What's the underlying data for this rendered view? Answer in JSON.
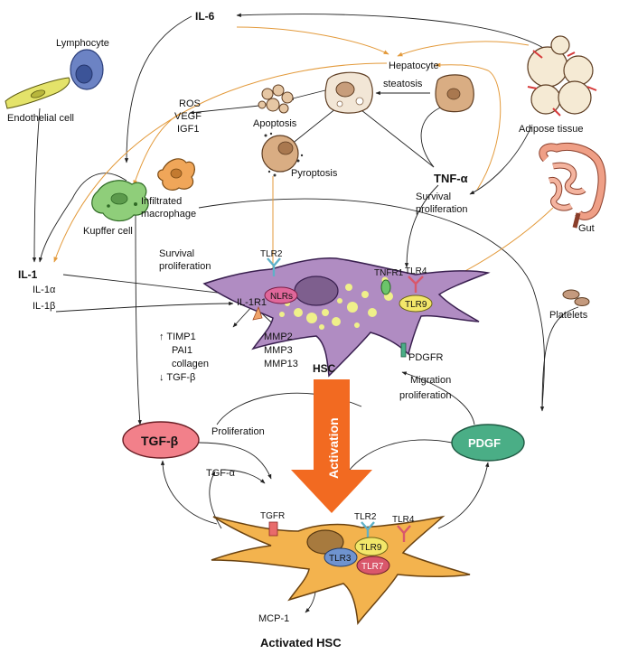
{
  "labels": {
    "il6": "IL-6",
    "lymphocyte": "Lymphocyte",
    "endothelial": "Endothelial cell",
    "hepatocyte": "Hepatocyte",
    "steatosis": "steatosis",
    "adipose": "Adipose tissue",
    "ros": "ROS",
    "vegf": "VEGF",
    "igf1": "IGF1",
    "apoptosis": "Apoptosis",
    "pyroptosis": "Pyroptosis",
    "tnf": "TNF-α",
    "survival_prolif_tnf_1": "Survival",
    "survival_prolif_tnf_2": "proliferation",
    "infiltrated_1": "Infiltrated",
    "infiltrated_2": "macrophage",
    "kupffer": "Kupffer cell",
    "gut": "Gut",
    "il1": "IL-1",
    "il1a": "IL-1α",
    "il1b": "IL-1β",
    "survival_prolif_il1_1": "Survival",
    "survival_prolif_il1_2": "proliferation",
    "tlr2_top": "TLR2",
    "nlrs": "NLRs",
    "tnfr1": "TNFR1",
    "tlr4_top": "TLR4",
    "tlr9_top": "TLR9",
    "il1r1": "IL-1R1",
    "platelets": "Platelets",
    "timp1": "↑ TIMP1",
    "pai1": "PAI1",
    "collagen": "collagen",
    "tgfb_down": "↓ TGF-β",
    "mmp2": "MMP2",
    "mmp3": "MMP3",
    "mmp13": "MMP13",
    "hsc": "HSC",
    "pdgfr": "PDGFR",
    "migration_1": "Migration",
    "migration_2": "proliferation",
    "activation": "Activation",
    "tgfb": "TGF-β",
    "proliferation": "Proliferation",
    "pdgf": "PDGF",
    "tgfa": "TGF-α",
    "tgfr": "TGFR",
    "tlr2_bot": "TLR2",
    "tlr4_bot": "TLR4",
    "tlr9_bot": "TLR9",
    "tlr3": "TLR3",
    "tlr7": "TLR7",
    "mcp1": "MCP-1",
    "activated_hsc": "Activated HSC"
  },
  "colors": {
    "hsc_body": "#b08cc2",
    "activated_hsc_body": "#f3b34e",
    "tgfb_oval": "#f2808a",
    "pdgf_oval": "#4aae86",
    "activation_arrow": "#f26a21",
    "hepatocyte": "#d9ad83",
    "adipose": "#f1e3c8",
    "kupffer": "#8fce7a",
    "macrophage": "#f0a659",
    "lymphocyte": "#6c83c4",
    "endothelial": "#e4e36a",
    "gut": "#ef9f86",
    "orange_arrow": "#e39a3b",
    "tlr9": "#f3e76a",
    "tlr3": "#6f93cf",
    "tlr7": "#d9576b",
    "nlrs": "#e0679a"
  },
  "icons": [
    "lymphocyte-icon",
    "endothelial-cell-icon",
    "hepatocyte-icon",
    "adipose-tissue-icon",
    "apoptosis-icon",
    "pyroptosis-icon",
    "kupffer-cell-icon",
    "macrophage-icon",
    "gut-icon",
    "platelets-icon"
  ]
}
